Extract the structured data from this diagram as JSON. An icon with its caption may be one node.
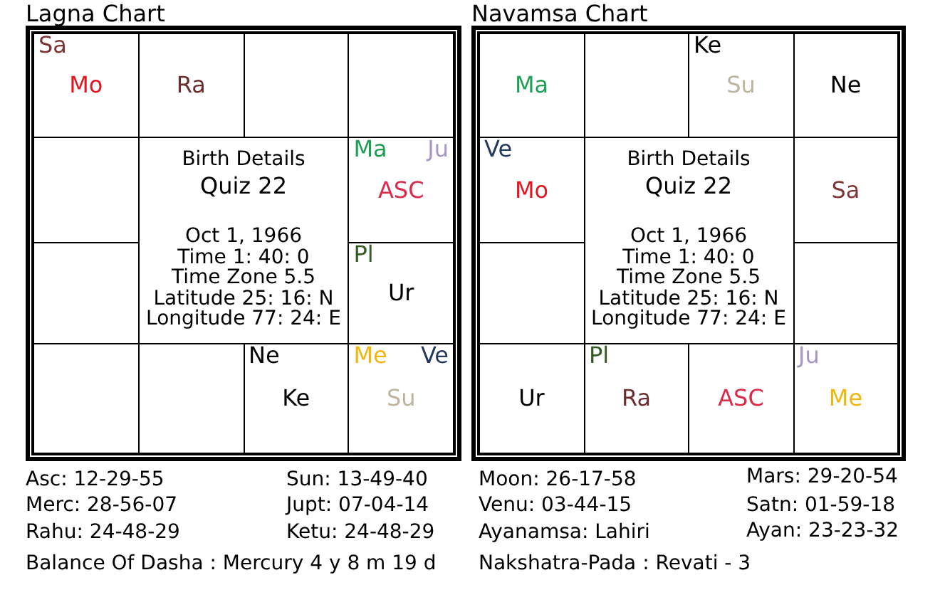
{
  "diagram": {
    "nodes": [
      {
        "text": [
          "Lagna Chart"
        ]
      },
      {
        "text": [
          "Sa",
          "Mo"
        ],
        "in": 0
      },
      {
        "text": [
          "Ra"
        ],
        "in": 0
      },
      {
        "text": [],
        "shape": "box",
        "in": 0
      },
      {
        "text": [],
        "shape": "box",
        "in": 0
      },
      {
        "text": [],
        "shape": "box",
        "in": 0
      },
      {
        "text": [
          "Birth Details",
          "Quiz 22",
          "Oct 1, 1966",
          "Time 1: 40: 0",
          "Time Zone 5.5",
          "Latitude 25: 16: N",
          "Longitude 77: 24: E"
        ],
        "in": 0
      },
      {
        "text": [
          "Ma",
          "Ju",
          "ASC"
        ],
        "in": 0
      },
      {
        "text": [],
        "shape": "box",
        "in": 0
      },
      {
        "text": [
          "Pl",
          "Ur"
        ],
        "in": 0
      },
      {
        "text": [],
        "shape": "box",
        "in": 0
      },
      {
        "text": [],
        "shape": "box",
        "in": 0
      },
      {
        "text": [
          "Ne",
          "Ke"
        ],
        "in": 0
      },
      {
        "text": [
          "Me",
          "Ve",
          "Su"
        ],
        "in": 0
      },
      {
        "text": [
          "Navamsa Chart"
        ]
      },
      {
        "text": [
          "Ma"
        ],
        "in": 14
      },
      {
        "text": [],
        "shape": "box",
        "in": 14
      },
      {
        "text": [
          "Ke",
          "Su"
        ],
        "in": 14
      },
      {
        "text": [
          "Ne"
        ],
        "in": 14
      },
      {
        "text": [
          "Ve",
          "Mo"
        ],
        "in": 14
      },
      {
        "text": [
          "Birth Details",
          "Quiz 22",
          "Oct 1, 1966",
          "Time 1: 40: 0",
          "Time Zone 5.5",
          "Latitude 25: 16: N",
          "Longitude 77: 24: E"
        ],
        "in": 14
      },
      {
        "text": [
          "Sa"
        ],
        "in": 14
      },
      {
        "text": [],
        "shape": "box",
        "in": 14
      },
      {
        "text": [],
        "shape": "box",
        "in": 14
      },
      {
        "text": [
          "Ur"
        ],
        "in": 14
      },
      {
        "text": [
          "Pl",
          "Ra"
        ],
        "in": 14
      },
      {
        "text": [
          "ASC"
        ],
        "in": 14
      },
      {
        "text": [
          "Ju",
          "Me"
        ],
        "in": 14
      }
    ],
    "labels": [
      "Asc: 12-29-55",
      "Sun: 13-49-40",
      "Moon: 26-17-58",
      "Mars: 29-20-54",
      "Merc: 28-56-07",
      "Jupt: 07-04-14",
      "Venu: 03-44-15",
      "Satn: 01-59-18",
      "Rahu: 24-48-29",
      "Ketu: 24-48-29",
      "Ayanamsa: Lahiri",
      "Ayan: 23-23-32",
      "Balance Of Dasha : Mercury 4 y 8 m 19 d",
      "Nakshatra-Pada : Revati - 3"
    ]
  }
}
